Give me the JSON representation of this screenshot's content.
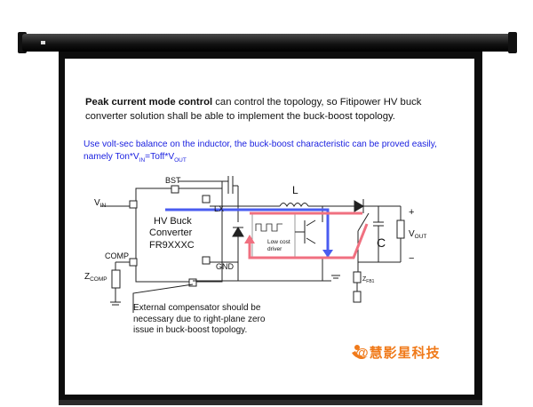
{
  "heading": {
    "bold": "Peak current mode control",
    "rest": " can control the topology, so Fitipower HV buck converter solution shall be able to implement the buck-boost topology."
  },
  "note": {
    "line1": "Use volt-sec balance on the inductor, the buck-boost characteristic can be proved easily, namely  Ton*V",
    "sub_in": "IN",
    "mid": "=Toff*V",
    "sub_out": "OUT"
  },
  "labels": {
    "vin": "V",
    "vin_sub": "IN",
    "bst": "BST",
    "lx": "LX",
    "comp": "COMP",
    "gnd": "GND",
    "zcomp": "Z",
    "zcomp_sub": "COMP",
    "ic_line1": "HV Buck",
    "ic_line2": "Converter",
    "ic_line3": "FR9XXXC",
    "inductor": "L",
    "capacitor": "C",
    "plus": "+",
    "minus": "−",
    "vout": "V",
    "vout_sub": "OUT",
    "driver_line1": "Low cost",
    "driver_line2": "driver",
    "zfb": "Z",
    "zfb_sub": "FB1"
  },
  "callout": "External compensator should be necessary due to right-plane zero issue in buck-boost topology.",
  "watermark": "@慧影星科技",
  "colors": {
    "blue_path": "#4a5cf0",
    "red_path": "#f07080",
    "note_text": "#1c22e0",
    "watermark": "#f07a1a"
  }
}
